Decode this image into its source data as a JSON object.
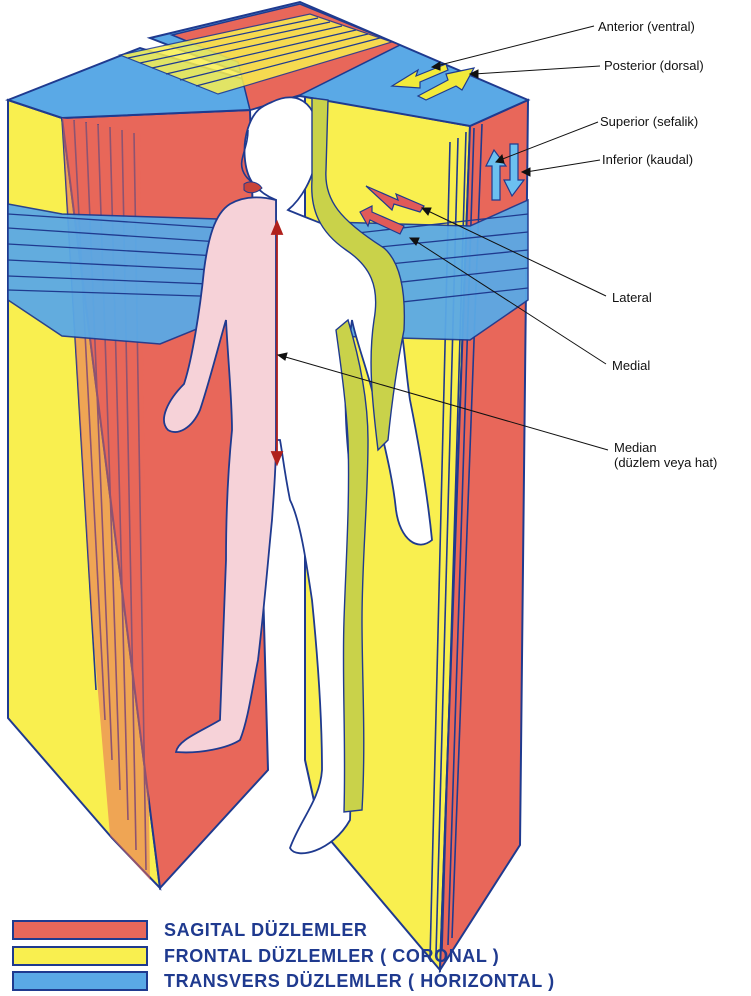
{
  "labels": {
    "anterior": "Anterior  (ventral)",
    "posterior": "Posterior (dorsal)",
    "superior": "Superior (sefalik)",
    "inferior": "Inferior (kaudal)",
    "lateral": "Lateral",
    "medial": "Medial",
    "median_line1": "Median",
    "median_line2": "(düzlem veya hat)"
  },
  "legend": [
    {
      "label": "SAGITAL DÜZLEMLER",
      "color": "#e8675a"
    },
    {
      "label": "FRONTAL DÜZLEMLER ( CORONAL )",
      "color": "#f9ef4f"
    },
    {
      "label": "TRANSVERS DÜZLEMLER ( HORIZONTAL )",
      "color": "#5aa9e6"
    }
  ],
  "colors": {
    "sagittal": "#e8675a",
    "frontal": "#f9ef4f",
    "transverse": "#5aa9e6",
    "outline": "#1f3a8f",
    "skin": "#f6d2d8",
    "body_white": "#ffffff",
    "arrow_yellow": "#f2ea3a",
    "arrow_red": "#e05a58",
    "arrow_blue": "#6cc0f0",
    "median_line": "#b0201c"
  }
}
